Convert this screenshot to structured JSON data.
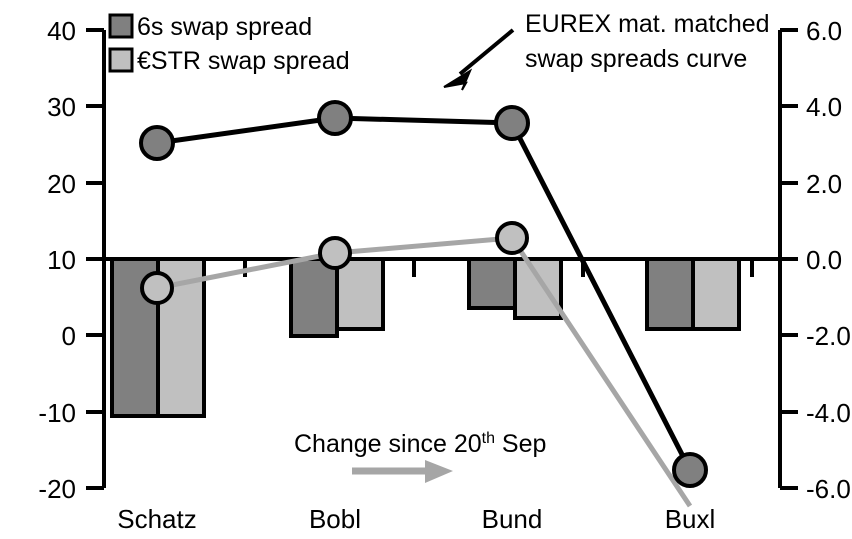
{
  "chart_data": {
    "type": "bar",
    "title": "",
    "categories": [
      "Schatz",
      "Bobl",
      "Bund",
      "Buxl"
    ],
    "series": [
      {
        "name": "6s swap spread",
        "kind": "bar",
        "axis": "right",
        "color": "#808080",
        "values": [
          -4.1,
          -2.0,
          -1.27,
          -1.85
        ]
      },
      {
        "name": "€STR swap spread",
        "kind": "bar",
        "axis": "right",
        "color": "#c0c0c0",
        "values": [
          -4.1,
          -1.82,
          -1.53,
          -1.82
        ]
      },
      {
        "name": "EUREX mat. matched swap spreads curve",
        "kind": "line",
        "axis": "left",
        "color": "#000000",
        "marker_color": "#808080",
        "values": [
          24.6,
          27.9,
          27.3,
          -18.1
        ]
      },
      {
        "name": "Change since 20th Sep",
        "kind": "line",
        "axis": "left",
        "color": "#a6a6a6",
        "marker_color": "#c0c0c0",
        "values": [
          6.1,
          10.6,
          12.7,
          -21.5
        ]
      }
    ],
    "left_axis": {
      "label": "",
      "ticks": [
        "40",
        "30",
        "20",
        "10",
        "0",
        "-10",
        "-20"
      ],
      "values": [
        40,
        30,
        20,
        10,
        0,
        -10,
        -20
      ],
      "ylim": [
        -20,
        40
      ]
    },
    "right_axis": {
      "label": "",
      "ticks": [
        "6.0",
        "4.0",
        "2.0",
        "0.0",
        "-2.0",
        "-4.0",
        "-6.0"
      ],
      "values": [
        6.0,
        4.0,
        2.0,
        0.0,
        -2.0,
        -4.0,
        -6.0
      ],
      "ylim": [
        -6.0,
        6.0
      ]
    },
    "zero_line_left_value": 10,
    "grid": false,
    "legend_position": "top-left"
  },
  "legend": {
    "items": [
      {
        "label": "6s swap spread",
        "swatch": "#808080"
      },
      {
        "label": "€STR swap spread",
        "swatch": "#c0c0c0"
      }
    ]
  },
  "annotations": {
    "curve_note_line1": "EUREX mat. matched",
    "curve_note_line2": "swap spreads curve",
    "change_note_main": "Change since 20",
    "change_note_sup": "th",
    "change_note_tail": " Sep"
  },
  "colors": {
    "dark_gray": "#808080",
    "light_gray": "#c0c0c0",
    "line_black": "#000000",
    "line_gray": "#a6a6a6",
    "axis": "#000000",
    "background": "#ffffff"
  }
}
